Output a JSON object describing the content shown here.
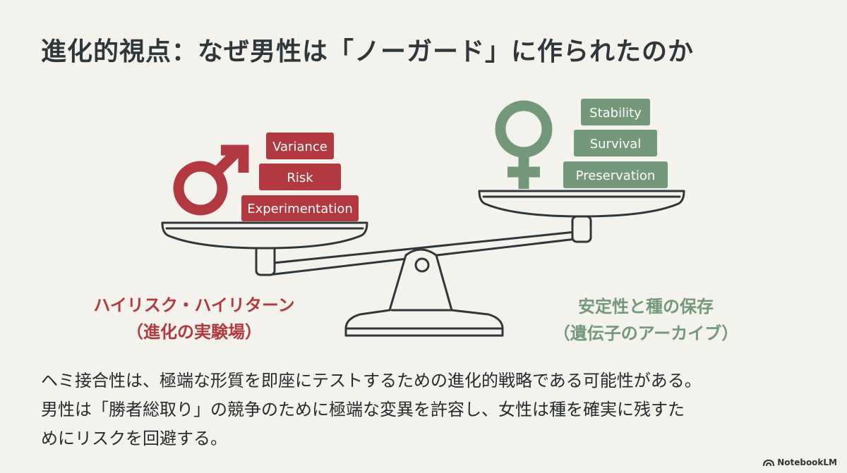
{
  "title": "進化的視点：なぜ男性は「ノーガード」に作られたのか",
  "colors": {
    "male": "#b2393f",
    "female": "#74987a",
    "scale_outline": "#2f373b",
    "background": "#f3f2ec"
  },
  "icons": {
    "male": "male-symbol-icon",
    "female": "female-symbol-icon",
    "brand": "notebooklm-logo-icon"
  },
  "left_pan": {
    "blocks": [
      "Variance",
      "Risk",
      "Experimentation"
    ],
    "caption_line1": "ハイリスク・ハイリターン",
    "caption_line2": "（進化の実験場）"
  },
  "right_pan": {
    "blocks": [
      "Stability",
      "Survival",
      "Preservation"
    ],
    "caption_line1": "安定性と種の保存",
    "caption_line2": "（遺伝子のアーカイブ）"
  },
  "body": {
    "line1": "ヘミ接合性は、極端な形質を即座にテストするための進化的戦略である可能性がある。",
    "line2": "男性は「勝者総取り」の競争のために極端な変異を許容し、女性は種を確実に残すた",
    "line3": "めにリスクを回避する。"
  },
  "brand": "NotebookLM"
}
